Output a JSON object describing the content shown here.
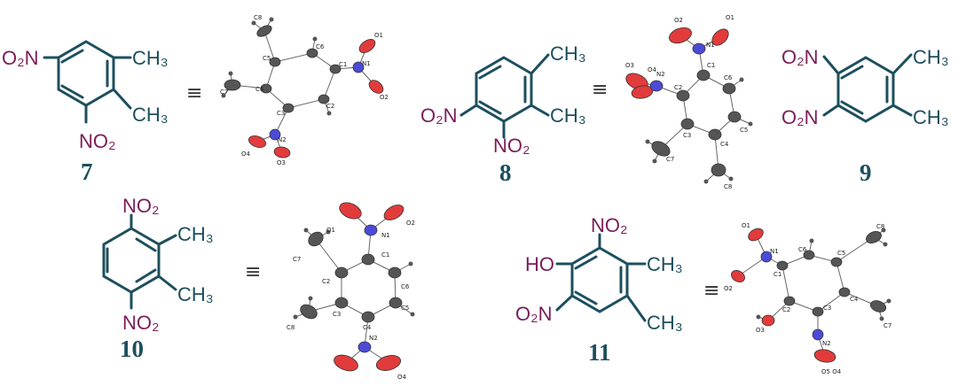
{
  "colors": {
    "bond": "#1d4f5e",
    "teal_text": "#1d4f5e",
    "nitro_text": "#7b1e5a",
    "oxygen_ellipse": "#e23b3b",
    "nitrogen_ellipse": "#4b4bd8",
    "carbon_ellipse": "#555555"
  },
  "equiv_symbol": "≡",
  "compounds": [
    {
      "number": "7",
      "labels": [
        "O₂N",
        "CH₃",
        "CH₃",
        "NO₂"
      ]
    },
    {
      "number": "8",
      "labels": [
        "CH₃",
        "CH₃",
        "O₂N",
        "NO₂"
      ]
    },
    {
      "number": "9",
      "labels": [
        "O₂N",
        "O₂N",
        "CH₃",
        "CH₃"
      ]
    },
    {
      "number": "10",
      "labels": [
        "NO₂",
        "CH₃",
        "CH₃",
        "NO₂"
      ]
    },
    {
      "number": "11",
      "labels": [
        "NO₂",
        "HO",
        "CH₃",
        "O₂N",
        "CH₃"
      ]
    }
  ],
  "ortep": {
    "s7": {
      "labels": [
        "C8",
        "C5",
        "C4",
        "C7",
        "C6",
        "C1",
        "C2",
        "C3",
        "N1",
        "O1",
        "O2",
        "N2",
        "O4",
        "O3"
      ]
    },
    "s8": {
      "labels": [
        "O2",
        "O1",
        "N1",
        "O3",
        "O4",
        "N2",
        "C1",
        "C2",
        "C6",
        "C5",
        "C3",
        "C4",
        "C7",
        "C8"
      ]
    },
    "s10": {
      "labels": [
        "O1",
        "N1",
        "O2",
        "C7",
        "C1",
        "C2",
        "C6",
        "C3",
        "C5",
        "C4",
        "N2",
        "C8",
        "O4"
      ]
    },
    "s11": {
      "labels": [
        "O1",
        "N1",
        "O2",
        "C1",
        "C6",
        "C5",
        "C8",
        "C2",
        "C3",
        "C4",
        "C7",
        "O3",
        "N2",
        "O5 O4"
      ]
    }
  }
}
